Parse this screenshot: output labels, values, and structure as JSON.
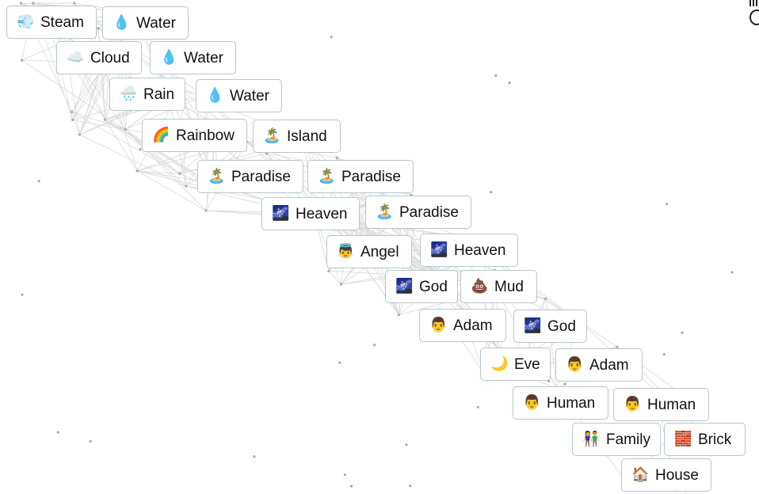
{
  "tiles": [
    {
      "label": "Steam",
      "icon": "steam-icon",
      "emoji": "💨"
    },
    {
      "label": "Water",
      "icon": "water-drop-icon",
      "emoji": "💧"
    },
    {
      "label": "Cloud",
      "icon": "cloud-icon",
      "emoji": "☁️"
    },
    {
      "label": "Water",
      "icon": "water-drop-icon",
      "emoji": "💧"
    },
    {
      "label": "Rain",
      "icon": "rain-cloud-icon",
      "emoji": "🌧️"
    },
    {
      "label": "Water",
      "icon": "water-drop-icon",
      "emoji": "💧"
    },
    {
      "label": "Rainbow",
      "icon": "rainbow-icon",
      "emoji": "🌈"
    },
    {
      "label": "Island",
      "icon": "palm-island-icon",
      "emoji": "🏝️"
    },
    {
      "label": "Paradise",
      "icon": "palm-island-icon",
      "emoji": "🏝️"
    },
    {
      "label": "Paradise",
      "icon": "palm-island-icon",
      "emoji": "🏝️"
    },
    {
      "label": "Heaven",
      "icon": "milky-way-icon",
      "emoji": "🌌"
    },
    {
      "label": "Paradise",
      "icon": "palm-island-icon",
      "emoji": "🏝️"
    },
    {
      "label": "Angel",
      "icon": "angel-icon",
      "emoji": "👼"
    },
    {
      "label": "Heaven",
      "icon": "milky-way-icon",
      "emoji": "🌌"
    },
    {
      "label": "God",
      "icon": "milky-way-icon",
      "emoji": "🌌"
    },
    {
      "label": "Mud",
      "icon": "mud-icon",
      "emoji": "💩"
    },
    {
      "label": "Adam",
      "icon": "man-icon",
      "emoji": "👨"
    },
    {
      "label": "God",
      "icon": "milky-way-icon",
      "emoji": "🌌"
    },
    {
      "label": "Eve",
      "icon": "crescent-moon-icon",
      "emoji": "🌙"
    },
    {
      "label": "Adam",
      "icon": "man-icon",
      "emoji": "👨"
    },
    {
      "label": "Human",
      "icon": "man-icon",
      "emoji": "👨"
    },
    {
      "label": "Human",
      "icon": "man-icon",
      "emoji": "👨"
    },
    {
      "label": "Family",
      "icon": "family-icon",
      "emoji": "👫"
    },
    {
      "label": "Brick",
      "icon": "brick-icon",
      "emoji": "🧱"
    },
    {
      "label": "House",
      "icon": "house-icon",
      "emoji": "🏠"
    }
  ],
  "colors": {
    "tile_border": "#b8c6cc",
    "tile_background": "#ffffff",
    "text": "#111111",
    "network_line": "#d9d9d9",
    "network_dot": "#aaaaaa"
  }
}
